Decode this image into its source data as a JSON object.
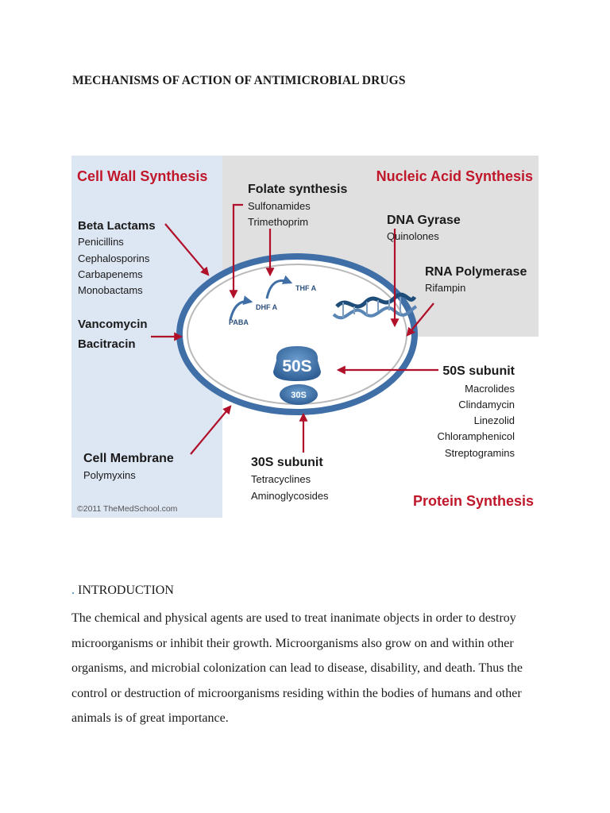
{
  "document": {
    "title": "MECHANISMS OF ACTION OF ANTIMICROBIAL DRUGS",
    "intro_marker": ".",
    "intro_heading": "INTRODUCTION",
    "intro_text": "The chemical and physical agents are used to treat inanimate objects in order to destroy microorganisms or inhibit their growth. Microorganisms also grow on and within other organisms, and microbial colonization can lead to disease, disability, and death. Thus the control or destruction of microorganisms residing within the bodies of humans and other animals is of great importance."
  },
  "figure": {
    "colors": {
      "accent_red": "#c0172a",
      "cell_blue": "#3f6fa6",
      "left_panel": "#dde6f3",
      "right_panel": "#e0e0e0",
      "ribosome": "#3a6ea5",
      "arrow": "#b0102a"
    },
    "cell_wall": {
      "heading": "Cell Wall Synthesis",
      "beta_lactams": "Beta Lactams",
      "beta_drugs": [
        "Penicillins",
        "Cephalosporins",
        "Carbapenems",
        "Monobactams"
      ],
      "vancomycin": "Vancomycin",
      "bacitracin": "Bacitracin"
    },
    "folate": {
      "heading": "Folate synthesis",
      "drugs": [
        "Sulfonamides",
        "Trimethoprim"
      ],
      "paba": "PABA",
      "dhfa": "DHF A",
      "thfa": "THF A"
    },
    "nucleic_acid": {
      "heading": "Nucleic Acid Synthesis",
      "dna_gyrase": "DNA Gyrase",
      "dna_gyrase_drug": "Quinolones",
      "rna_polymerase": "RNA Polymerase",
      "rna_polymerase_drug": "Rifampin"
    },
    "ribosome": {
      "large": "50S",
      "small": "30S"
    },
    "subunit_50s": {
      "heading": "50S subunit",
      "drugs": [
        "Macrolides",
        "Clindamycin",
        "Linezolid",
        "Chloramphenicol",
        "Streptogramins"
      ]
    },
    "subunit_30s": {
      "heading": "30S subunit",
      "drugs": [
        "Tetracyclines",
        "Aminoglycosides"
      ]
    },
    "cell_membrane": {
      "heading": "Cell Membrane",
      "drug": "Polymyxins"
    },
    "protein_synthesis": "Protein Synthesis",
    "copyright": "©2011 TheMedSchool.com"
  }
}
